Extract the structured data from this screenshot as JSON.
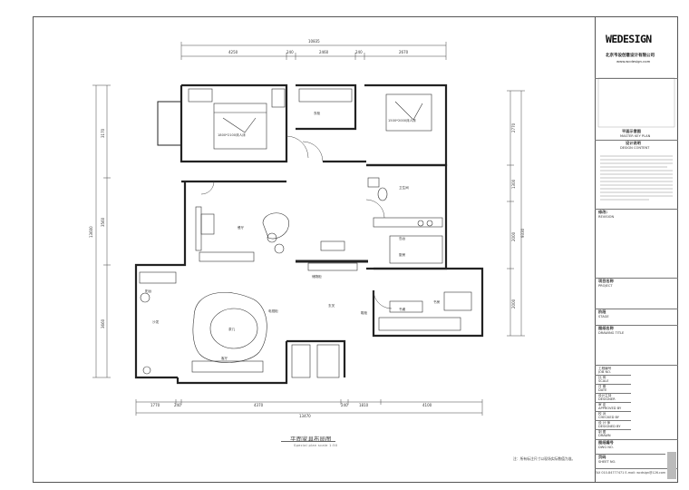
{
  "logo": {
    "text": "WEDESIGN"
  },
  "company": {
    "name": "北京韦设创意设计有限公司",
    "website": "www.wcdesign.com"
  },
  "titleblock": {
    "key_plan_title": "平面示意图",
    "key_plan_en": "MASTER KEY PLAN",
    "design_notes_title": "设计说明",
    "design_notes_en": "DESIGN CONTENT",
    "revision_title": "修改:",
    "revision_en": "REVISION",
    "project_title": "项目名称",
    "project_en": "PROJECT",
    "stage_title": "阶段",
    "stage_en": "STAGE",
    "drawing_title": "图纸名称",
    "drawing_en": "DRAWING TITLE",
    "job_no": "工程编号",
    "job_en": "JOB NO.",
    "scale": "比 例",
    "scale_en": "SCALE",
    "date": "日 期",
    "date_en": "DATE",
    "designer": "设计主持",
    "designer_en": "DESIGNER",
    "approved": "审 定",
    "approved_en": "APPROVED BY",
    "checked": "校 对",
    "checked_en": "CHECKED BY",
    "drawn": "设 计 师",
    "drawn_en": "DESIGNED BY",
    "drafter": "制 图",
    "drafter_en": "DRAWN",
    "sheet_no_title": "图纸编号",
    "sheet_no_en": "DWG NO.",
    "sheet_title": "页码",
    "sheet_en": "SHEET NO."
  },
  "plan": {
    "title": "平面家具布局图",
    "subtitle": "Special plan     scale 1:50",
    "note": "注：所有标注尺寸以现场实际数值为准。",
    "footer": "FAX 010-84777471  E-mail: wcdsign@126.com"
  },
  "dimensions": {
    "top_total": "10835",
    "top": [
      "4250",
      "240",
      "2460",
      "240",
      "2670"
    ],
    "bottom_total": "13470",
    "bottom": [
      "1770",
      "240",
      "4370",
      "240",
      "1810",
      "4100"
    ],
    "left_total": "13600",
    "left": [
      "3170",
      "3560",
      "3660"
    ],
    "right_total": "9330",
    "right": [
      "2770",
      "1300",
      "2000",
      "2000"
    ]
  },
  "rooms": {
    "master_bedroom": "1800*2100床人床",
    "second_bedroom": "1500*2000床人床",
    "wardrobe": "衣柜",
    "bathroom": "卫生间",
    "kitchen": "厨房",
    "living": "客厅",
    "dining": "餐厅",
    "study": "书房",
    "balcony": "阳台",
    "entry": "玄关",
    "tv": "电视柜",
    "sofa": "沙发",
    "desk": "书桌",
    "storage": "储物柜",
    "shoes": "鞋柜",
    "island": "岛台",
    "table": "茶几"
  }
}
